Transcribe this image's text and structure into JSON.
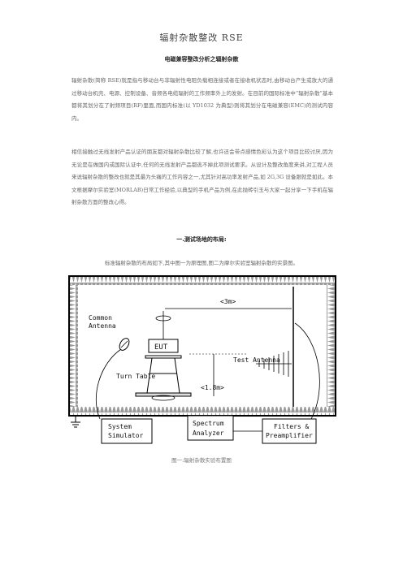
{
  "document": {
    "title": "辐射杂散整改 RSE",
    "subtitle": "电磁兼容整改分析之辐射杂散",
    "paragraphs": [
      "辐射杂散(简称 RSE)就是指与移动台与非辐射性电阻负载相连接或者在接收机状态时,由移动台产生或放大的通过移动台机壳、电源、控制设备、音频各电缆辐射的工作频率外上的发射。在目前的国际标准中“辐射杂散”基本都将其划分在了射频项目(RF)里面,而国内标准(以 YD1032 为典型)则将其划分在电磁兼容(EMC)的测试内容内。",
      "相信接触过无线发射产品认证的朋友都对辐射杂散比较了解,也许还会带点感情色彩认为这个项目比较讨厌,因为无论是在做国内或国际认证中,任何的无线发射产品都逃不掉此项测试要求。从设计及整改角度来讲,对工程人员来说辐射杂散的整改也就是其最为头痛的工作内容之一,尤其针对高功率发射产品,如 2G,3G 设备跟就是如此。本文根据摩尔实验室(MORLAB)日常工作经验,以典型的手机产品为例,在此抛砖引玉与大家一起分享一下手机在辐射杂散方面的整改心得。"
    ],
    "section_heading": "一.测试场地的布局:",
    "section_intro": "标准辐射杂散的布局如下,其中图一为原理图,图二为摩尔实验室辐射杂散的实景图。",
    "figure_caption": "图一:辐射杂散实验布置图"
  },
  "diagram": {
    "labels": {
      "common_antenna_1": "Common",
      "common_antenna_2": "Antenna",
      "eut": "EUT",
      "distance_3m": "<3m>",
      "test_antenna": "Test Antenna",
      "turn_table": "Turn Table",
      "height_1_8m": "<1.8m>",
      "system_simulator_1": "System",
      "system_simulator_2": "Simulator",
      "spectrum_analyzer_1": "Spectrum",
      "spectrum_analyzer_2": "Analyzer",
      "filters_1": "Filters &",
      "filters_2": "Preamplifier"
    }
  }
}
